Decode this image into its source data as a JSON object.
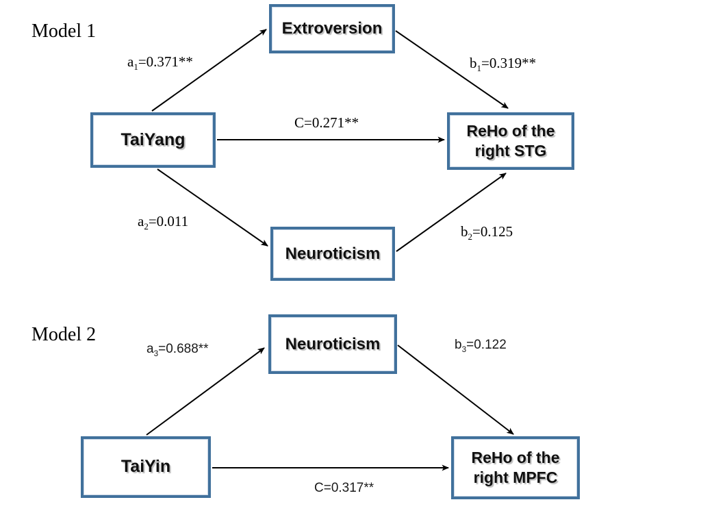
{
  "figure": {
    "background_color": "#ffffff",
    "box_border_color": "#41719c",
    "box_fill_color": "#ffffff",
    "arrow_color": "#000000",
    "text_color": "#000000"
  },
  "model1": {
    "title": "Model 1",
    "predictor": "TaiYang",
    "mediator_top": "Extroversion",
    "mediator_bottom": "Neuroticism",
    "outcome": "ReHo of the right STG",
    "paths": {
      "a1": {
        "base": "a",
        "sub": "1",
        "rest": "=0.371**"
      },
      "b1": {
        "base": "b",
        "sub": "1",
        "rest": "=0.319**"
      },
      "c": {
        "base": "C",
        "sub": "",
        "rest": "=0.271**"
      },
      "a2": {
        "base": "a",
        "sub": "2",
        "rest": "=0.011"
      },
      "b2": {
        "base": "b",
        "sub": "2",
        "rest": "=0.125"
      }
    }
  },
  "model2": {
    "title": "Model 2",
    "predictor": "TaiYin",
    "mediator": "Neuroticism",
    "outcome": "ReHo of the right MPFC",
    "paths": {
      "a3": {
        "base": "a",
        "sub": "3",
        "rest": "=0.688**"
      },
      "b3": {
        "base": "b",
        "sub": "3",
        "rest": "=0.122"
      },
      "c": {
        "base": "C",
        "sub": "",
        "rest": "=0.317**"
      }
    }
  }
}
